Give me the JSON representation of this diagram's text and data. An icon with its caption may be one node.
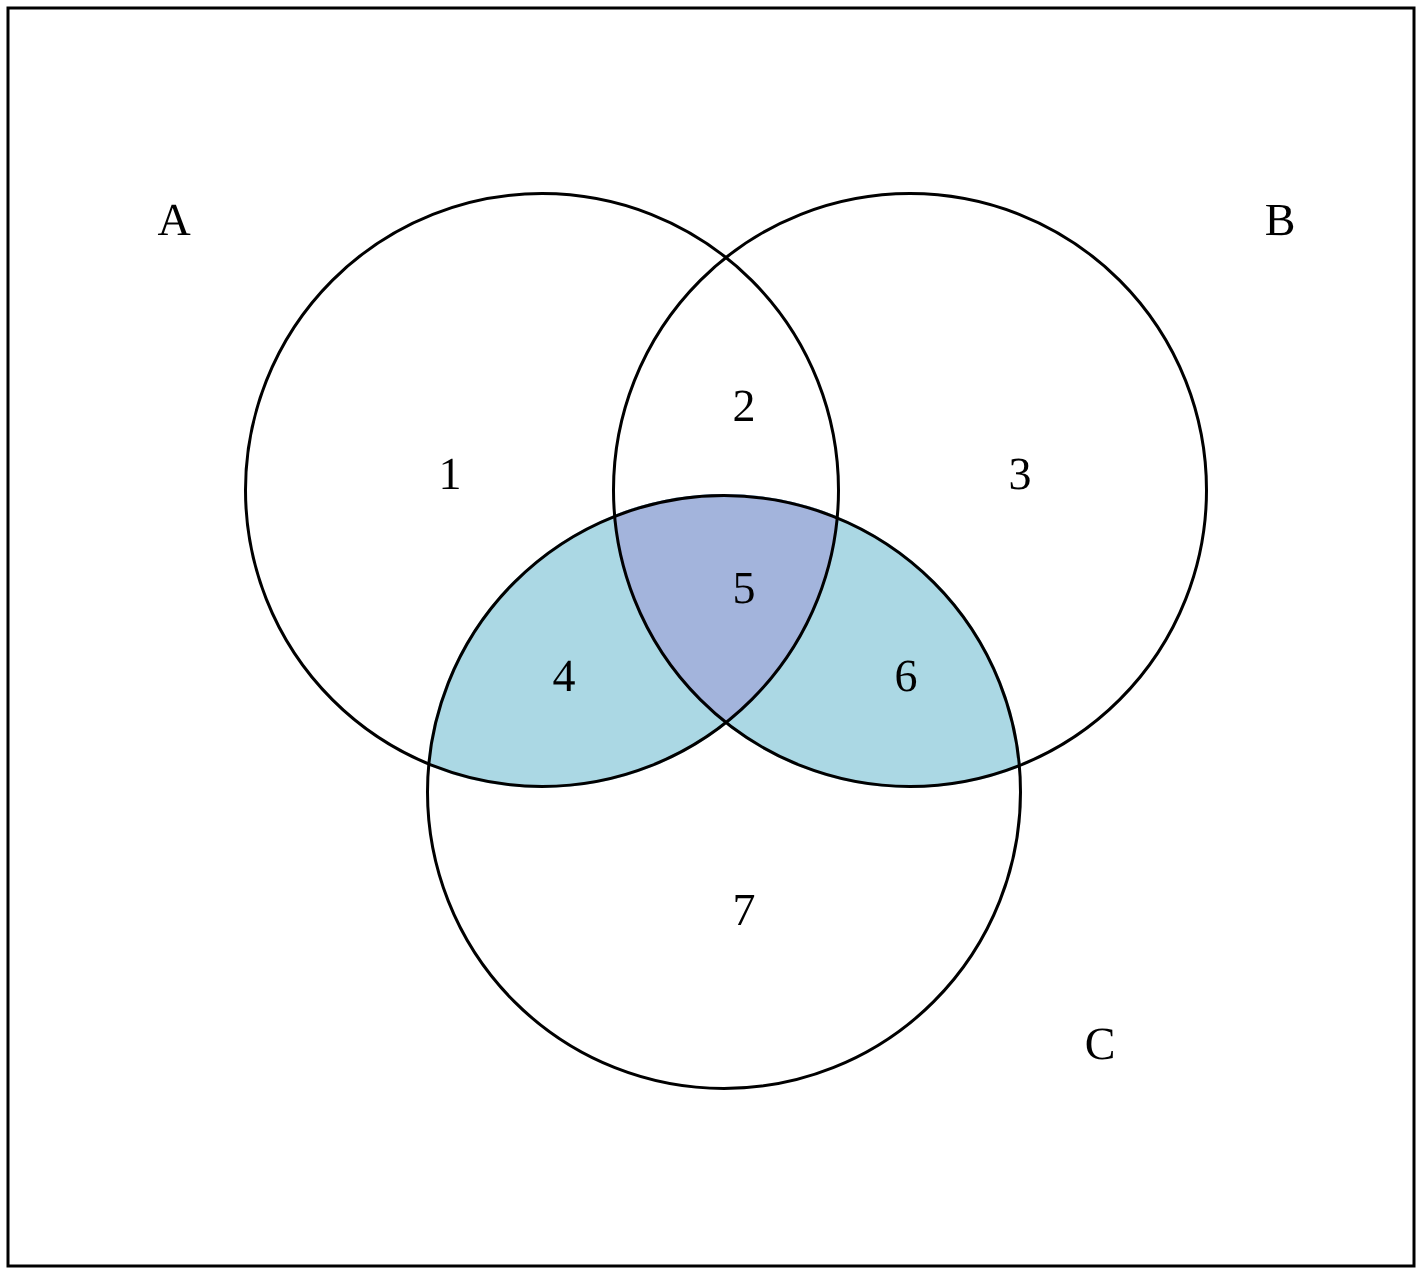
{
  "diagram": {
    "nodes": [
      {
        "text": [],
        "shape": "circle",
        "beside": [
          "A"
        ]
      },
      {
        "text": [],
        "shape": "circle",
        "beside": [
          "B"
        ]
      },
      {
        "text": [],
        "shape": "circle",
        "beside": [
          "C"
        ]
      }
    ],
    "edges": [],
    "labels": [
      "1",
      "2",
      "3",
      "4",
      "5",
      "6",
      "7"
    ]
  }
}
